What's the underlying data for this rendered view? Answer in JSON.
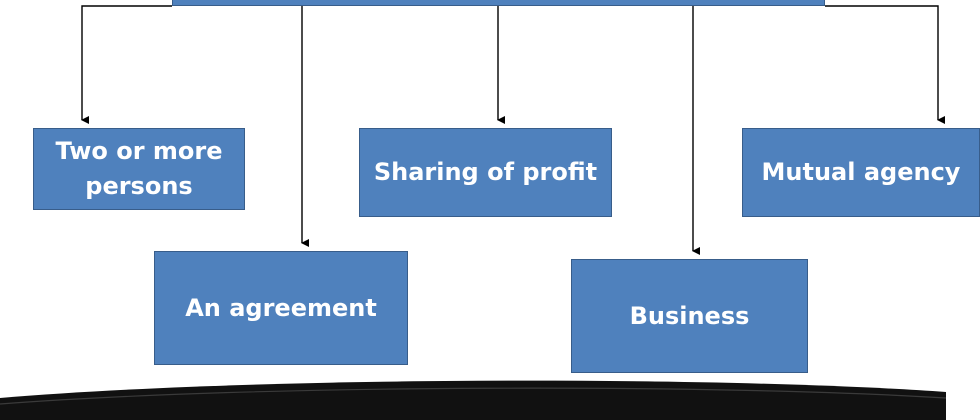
{
  "colors": {
    "box_fill": "#4f81bd",
    "box_border": "#385d8a",
    "connector": "#000000",
    "banner": "#111111"
  },
  "nodes": [
    {
      "id": "two-or-more-persons",
      "lines": [
        "Two or more",
        "persons"
      ]
    },
    {
      "id": "sharing-of-profit",
      "lines": [
        "Sharing of profit"
      ]
    },
    {
      "id": "mutual-agency",
      "lines": [
        "Mutual agency"
      ]
    },
    {
      "id": "an-agreement",
      "lines": [
        "An agreement"
      ]
    },
    {
      "id": "business",
      "lines": [
        "Business"
      ]
    }
  ]
}
